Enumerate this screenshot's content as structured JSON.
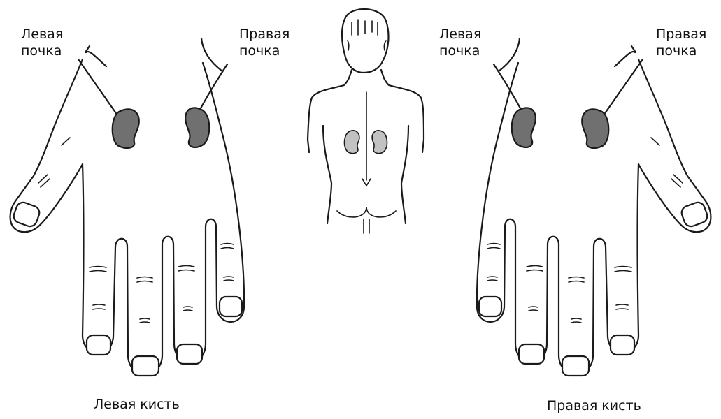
{
  "labels": {
    "left_hand": {
      "left_kidney": "Левая\nпочка",
      "right_kidney": "Правая\nпочка",
      "caption": "Левая кисть"
    },
    "right_hand": {
      "left_kidney": "Левая\nпочка",
      "right_kidney": "Правая\nпочка",
      "caption": "Правая кисть"
    }
  },
  "colors": {
    "kidney_on_hand": "#707070",
    "kidney_on_body": "#c2c2c2",
    "outline": "#1a1a1a"
  },
  "icons": [
    "left-hand-outline",
    "right-hand-outline",
    "human-back-figure",
    "kidney-icon"
  ]
}
